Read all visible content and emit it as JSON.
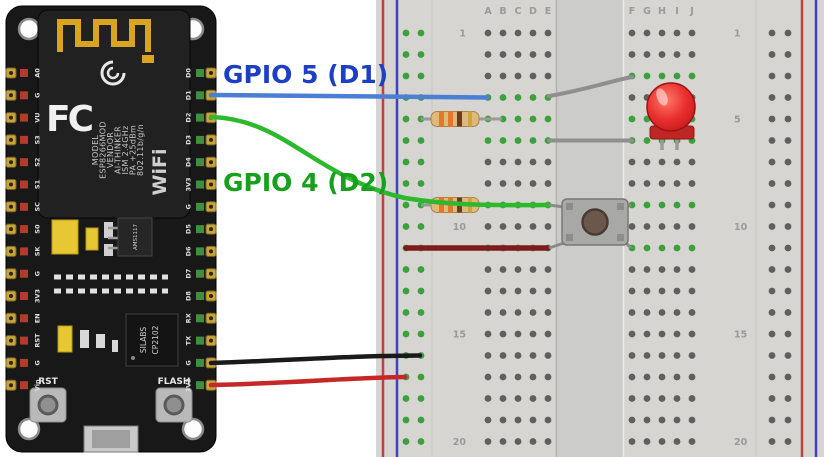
{
  "diagram_labels": {
    "gpio5": "GPIO 5 (D1)",
    "gpio4": "GPIO 4 (D2)"
  },
  "colors": {
    "gpio5_label": "#1d3fc4",
    "gpio4_label": "#17a01c",
    "wire_blue": "#4a7fd4",
    "wire_green": "#2db82d",
    "wire_gray": "#8f8f8f",
    "wire_black": "#1a1a1a",
    "wire_red": "#c62828",
    "wire_dark_red": "#7e1a1a",
    "hole_connected_green": "#3aa23a"
  },
  "nodemcu": {
    "left_pins": [
      "A0",
      "G",
      "VU",
      "S3",
      "S2",
      "S1",
      "SC",
      "S0",
      "SK",
      "G",
      "3V3",
      "EN",
      "RST",
      "G",
      "Vin"
    ],
    "right_pins": [
      "D0",
      "D1",
      "D2",
      "D3",
      "D4",
      "3V3",
      "G",
      "D5",
      "D6",
      "D7",
      "D8",
      "RX",
      "TX",
      "G",
      "3V3"
    ],
    "fcc_logo": "FC",
    "module_text_lines": [
      "MODEL",
      "ESP8266MOD",
      "VENDOR",
      "AI-THINKER",
      "ISM 2.4GHz",
      "PA +25dBm",
      "802.11b/g/n"
    ],
    "wifi_logo": "WiFi",
    "regulator_label": "AMS1117",
    "usb_chip_line1": "SILABS",
    "usb_chip_line2": "CP2102",
    "reset_button_label": "RST",
    "flash_button_label": "FLASH"
  },
  "breadboard": {
    "columns_left": [
      "A",
      "B",
      "C",
      "D",
      "E"
    ],
    "columns_right": [
      "F",
      "G",
      "H",
      "I",
      "J"
    ],
    "numbered_rows": [
      "1",
      "5",
      "10",
      "15",
      "20"
    ],
    "total_rows": 20
  }
}
